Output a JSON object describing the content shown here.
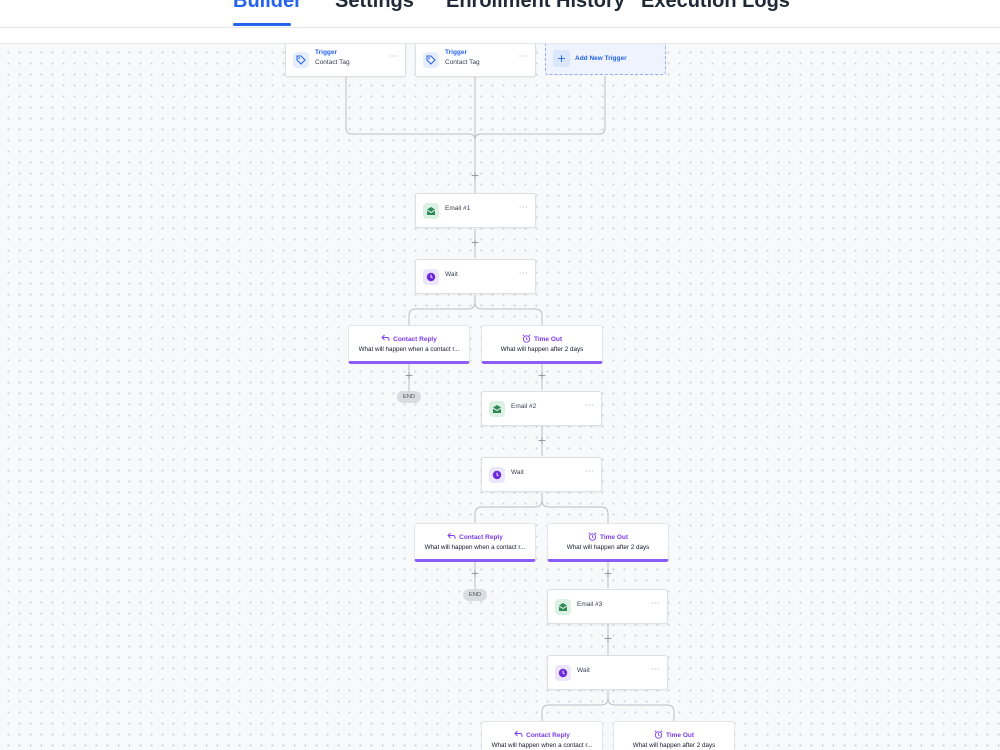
{
  "tabs": [
    {
      "label": "Builder",
      "active": true
    },
    {
      "label": "Settings",
      "active": false
    },
    {
      "label": "Enrollment History",
      "active": false
    },
    {
      "label": "Execution Logs",
      "active": false
    }
  ],
  "triggers": [
    {
      "title": "Trigger",
      "subtitle": "Contact Tag",
      "icon": "tag-icon"
    },
    {
      "title": "Trigger",
      "subtitle": "Contact Tag",
      "icon": "tag-icon"
    }
  ],
  "add_trigger_label": "Add New Trigger",
  "steps": [
    {
      "label": "Email #1",
      "icon": "email-icon"
    },
    {
      "label": "Wait",
      "icon": "clock-icon"
    },
    {
      "label": "Email #2",
      "icon": "email-icon"
    },
    {
      "label": "Wait",
      "icon": "clock-icon"
    },
    {
      "label": "Email #3",
      "icon": "email-icon"
    },
    {
      "label": "Wait",
      "icon": "clock-icon"
    }
  ],
  "branches": [
    {
      "title": "Contact Reply",
      "desc": "What will happen when a contact r...",
      "icon": "reply-icon"
    },
    {
      "title": "Time Out",
      "desc": "What will happen after 2 days",
      "icon": "alarm-clock-icon"
    },
    {
      "title": "Contact Reply",
      "desc": "What will happen when a contact r...",
      "icon": "reply-icon"
    },
    {
      "title": "Time Out",
      "desc": "What will happen after 2 days",
      "icon": "alarm-clock-icon"
    },
    {
      "title": "Contact Reply",
      "desc": "What will happen when a contact r...",
      "icon": "reply-icon"
    },
    {
      "title": "Time Out",
      "desc": "What will happen after 2 days",
      "icon": "alarm-clock-icon"
    }
  ],
  "end_label": "END",
  "more_label": "···",
  "plus_label": "+",
  "colors": {
    "accent": "#2563eb",
    "branch_accent": "#8b5cf6",
    "email_icon": "#2f8a55",
    "wait_icon": "#6d28d9"
  }
}
